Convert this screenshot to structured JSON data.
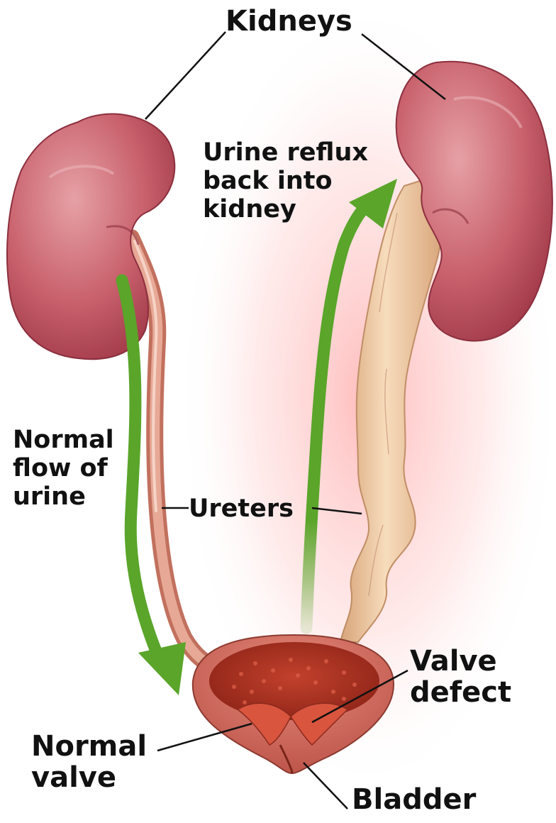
{
  "labels": {
    "kidneys": "Kidneys",
    "reflux": [
      "Urine reflux",
      "back into",
      "kidney"
    ],
    "normal_flow": [
      "Normal",
      "flow of",
      "urine"
    ],
    "ureters": "Ureters",
    "valve_defect": [
      "Valve",
      "defect"
    ],
    "normal_valve": [
      "Normal",
      "valve"
    ],
    "bladder": "Bladder"
  },
  "colors": {
    "kidney": "#b84a58",
    "ureter_normal": "#d48a78",
    "ureter_dilated": "#ecc69e",
    "bladder": "#b83a28",
    "arrow": "#5aa52a",
    "glow": "#ffd0d0"
  }
}
